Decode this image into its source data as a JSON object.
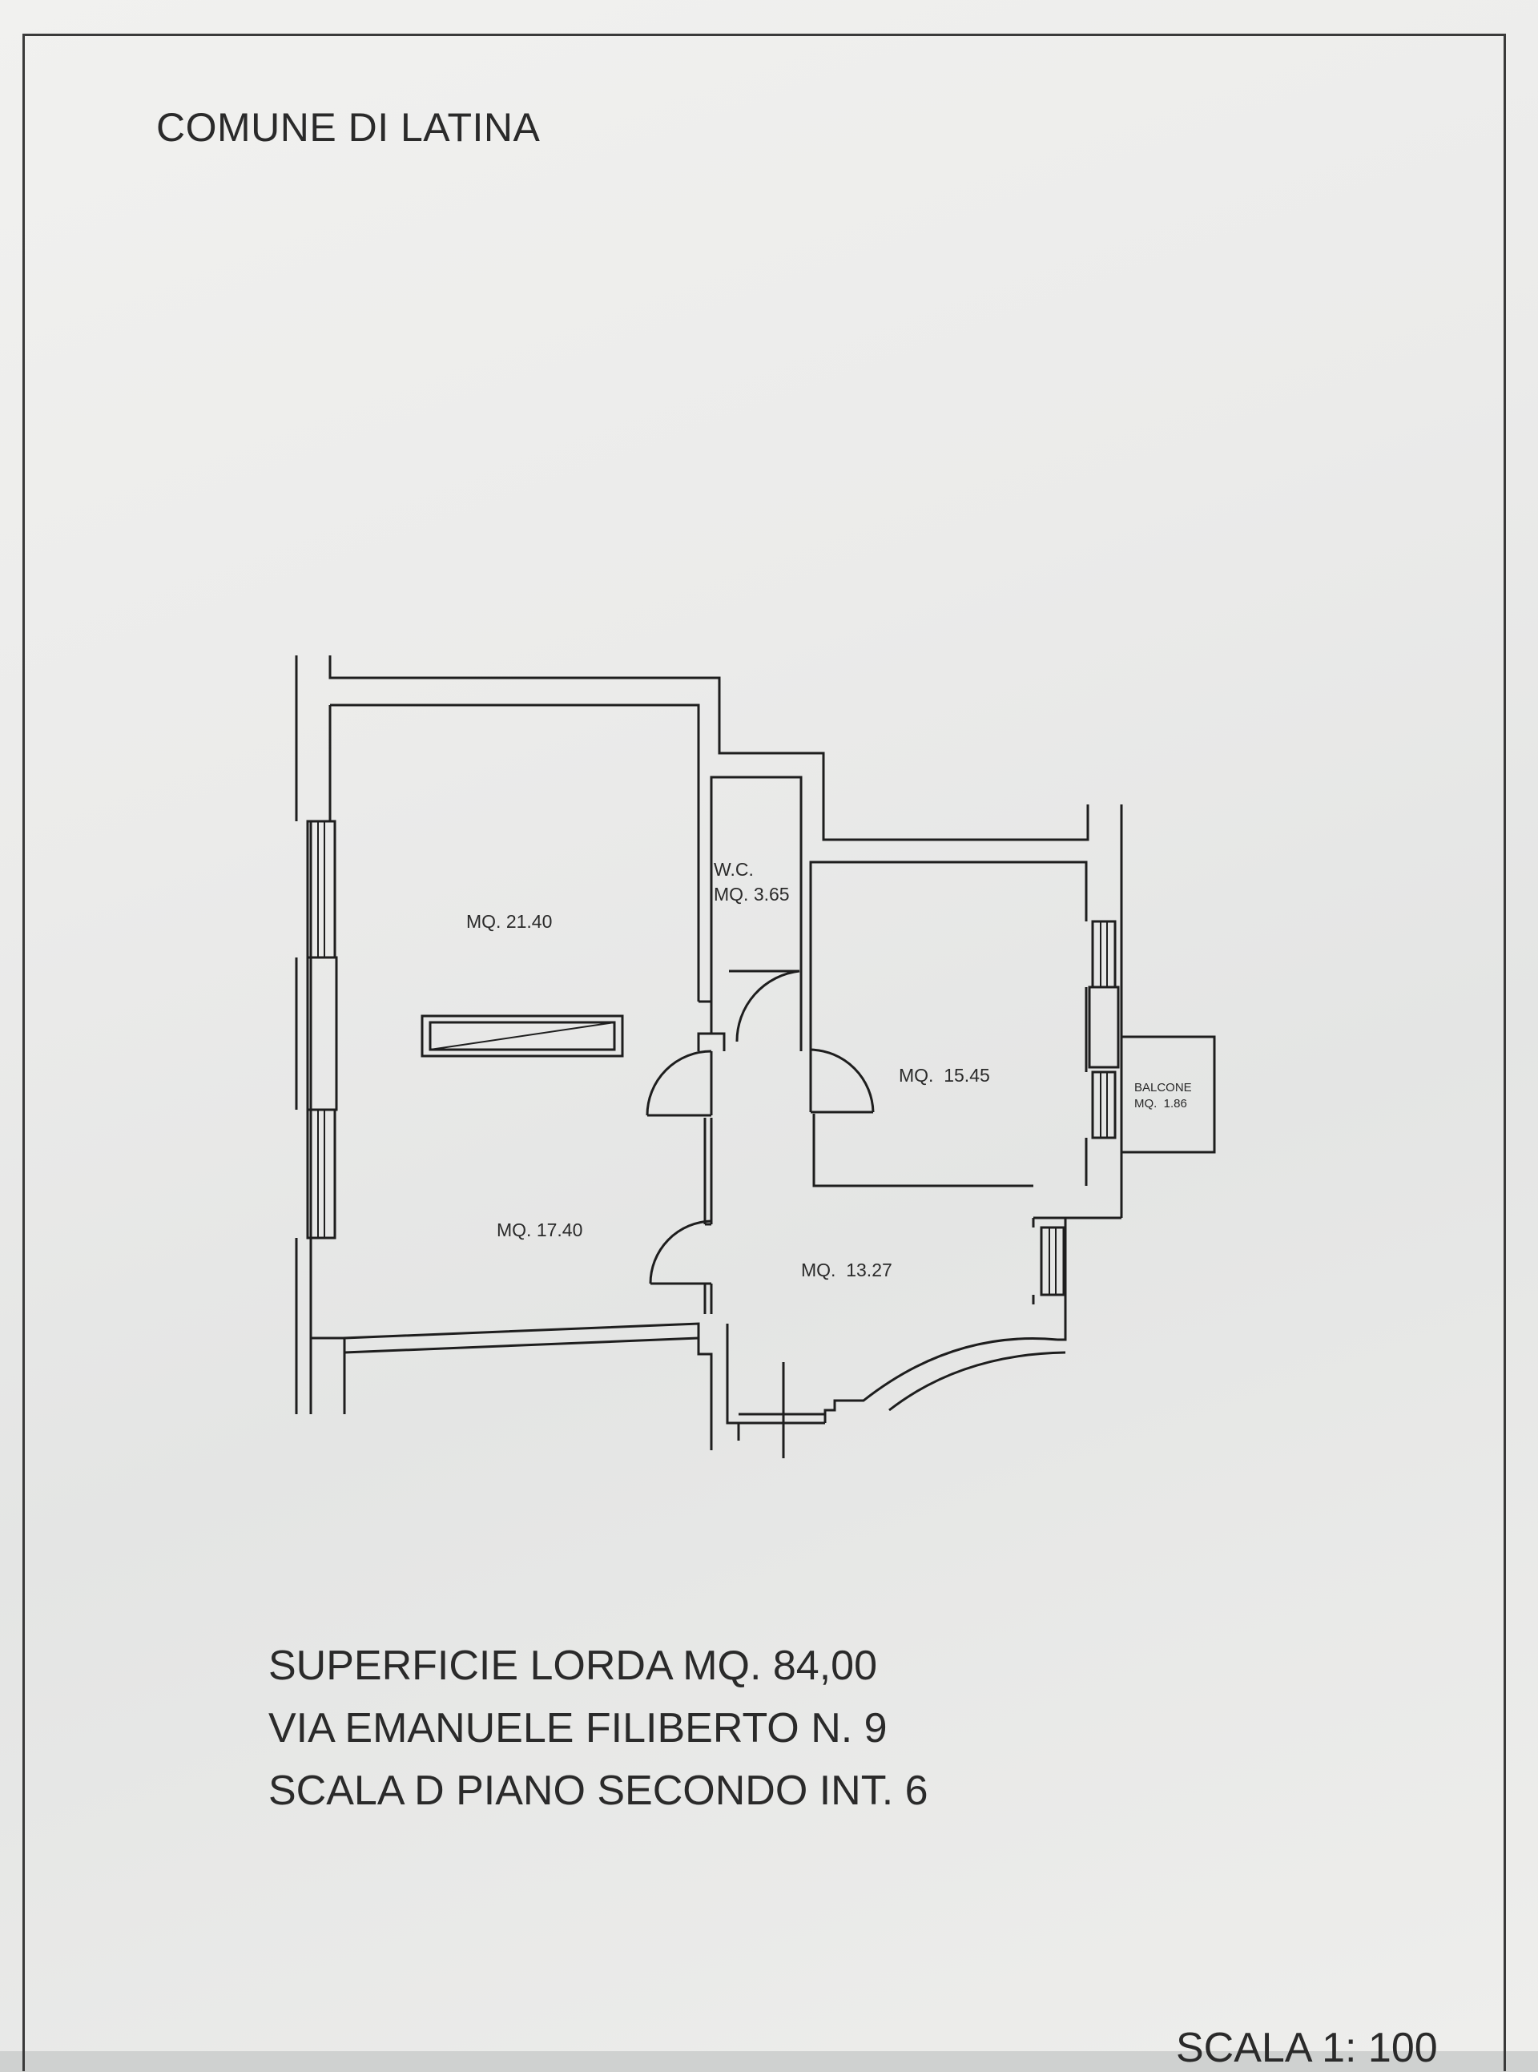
{
  "title": "COMUNE DI LATINA",
  "rooms": [
    {
      "id": "room-1",
      "area": "MQ. 21.40"
    },
    {
      "id": "wc",
      "name": "W.C.",
      "area": "MQ. 3.65"
    },
    {
      "id": "room-3",
      "area": "MQ.  15.45"
    },
    {
      "id": "balcony",
      "name": "BALCONE",
      "area": "MQ.  1.86"
    },
    {
      "id": "room-4",
      "area": "MQ. 17.40"
    },
    {
      "id": "room-5",
      "area": "MQ.  13.27"
    }
  ],
  "info": {
    "line1": "SUPERFICIE LORDA MQ. 84,00",
    "line2": "VIA EMANUELE FILIBERTO N. 9",
    "line3": "SCALA D PIANO SECONDO INT. 6"
  },
  "scale": "SCALA  1: 100"
}
